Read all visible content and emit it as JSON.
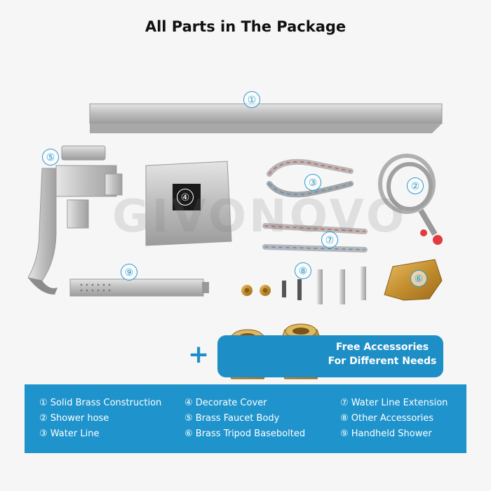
{
  "title": "All Parts in The Package",
  "watermark": "GIVONOVO",
  "callouts": [
    "①",
    "②",
    "③",
    "④",
    "⑤",
    "⑥",
    "⑦",
    "⑧",
    "⑨"
  ],
  "promo": {
    "line1": "Free Accessories",
    "line2": "For Different Needs",
    "plus": "+"
  },
  "legend": [
    "① Solid Brass Construction",
    "② Shower hose",
    "③ Water Line",
    "④ Decorate Cover",
    "⑤ Brass Faucet Body",
    "⑥ Brass Tripod Basebolted",
    "⑦ Water Line Extension",
    "⑧ Other Accessories",
    "⑨ Handheld Shower"
  ],
  "colors": {
    "accent": "#1f94cc",
    "background": "#f6f6f6",
    "metal": "#c9c9c9",
    "brass": "#c99a3a"
  }
}
